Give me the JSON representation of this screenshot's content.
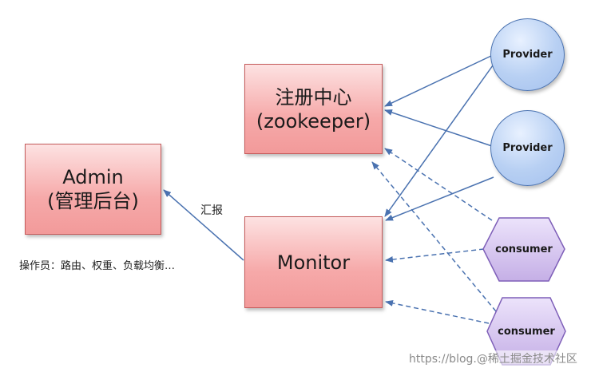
{
  "nodes": {
    "registry": {
      "line1": "注册中心",
      "line2": "(zookeeper)"
    },
    "admin": {
      "line1": "Admin",
      "line2": "(管理后台)"
    },
    "monitor": {
      "label": "Monitor"
    },
    "providers": [
      "Provider",
      "Provider"
    ],
    "consumers": [
      "consumer",
      "consumer"
    ]
  },
  "labels": {
    "report": "汇报",
    "operator_note": "操作员：路由、权重、负载均衡…"
  },
  "watermark": "https://blog.@稀土掘金技术社区",
  "colors": {
    "box_fill": "#f6a9a9",
    "box_border": "#c45a5a",
    "circle_fill": "#b8d0f3",
    "hex_fill": "#cdb9ea",
    "arrow": "#4a72b0"
  }
}
